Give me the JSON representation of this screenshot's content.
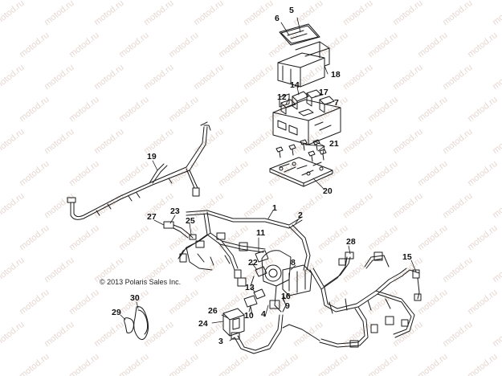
{
  "copyright": "© 2013 Polaris Sales Inc.",
  "watermark_text": "motod.ru",
  "callouts": {
    "c1": "1",
    "c2": "2",
    "c3": "3",
    "c4": "4",
    "c5": "5",
    "c6": "6",
    "c7": "7",
    "c8": "8",
    "c9": "9",
    "c10": "10",
    "c11": "11",
    "c12": "12",
    "c13": "13",
    "c14": "14",
    "c15": "15",
    "c16": "16",
    "c17": "17",
    "c18": "18",
    "c19": "19",
    "c20": "20",
    "c21": "21",
    "c22": "22",
    "c23": "23",
    "c24": "24",
    "c25": "25",
    "c26": "26",
    "c27": "27",
    "c28": "28",
    "c29": "29",
    "c30": "30"
  },
  "colors": {
    "line": "#1a1a1a",
    "watermark": "#e6d8d2",
    "background": "#ffffff"
  }
}
